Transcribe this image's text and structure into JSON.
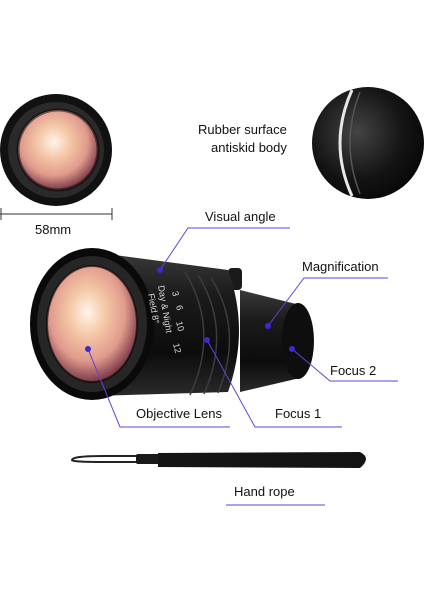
{
  "labels": {
    "rubber": "Rubber surface",
    "antiskid": "antiskid body",
    "size": "58mm",
    "visual_angle": "Visual angle",
    "magnification": "Magnification",
    "focus2": "Focus 2",
    "focus1": "Focus 1",
    "objective_lens": "Objective Lens",
    "hand_rope": "Hand rope"
  },
  "body_print": {
    "scale_numbers": [
      "3",
      "6",
      "10",
      "12"
    ],
    "brand": "Day & Night",
    "field": "Field 8°"
  },
  "colors": {
    "accent": "#6a3fd6",
    "marker": "#3a2bd0",
    "body": "#141414",
    "lens": "#f1c8a8"
  }
}
